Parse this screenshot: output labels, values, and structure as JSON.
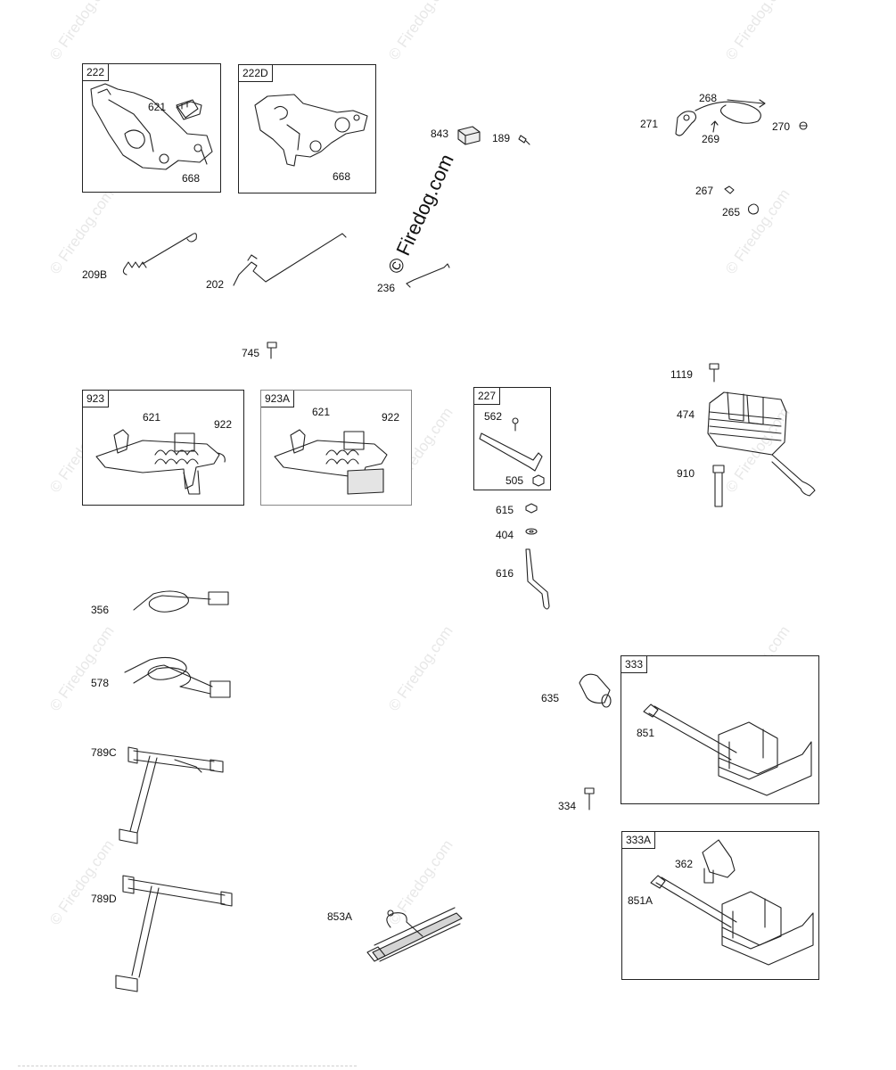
{
  "watermark": {
    "text": "© Firedog.com",
    "big_text": "© Firedog.com"
  },
  "boxes": {
    "b222": "222",
    "b222D": "222D",
    "b923": "923",
    "b923A": "923A",
    "b227": "227",
    "b333": "333",
    "b333A": "333A"
  },
  "parts": {
    "p621a": "621",
    "p668a": "668",
    "p668b": "668",
    "p843": "843",
    "p189": "189",
    "p268": "268",
    "p271": "271",
    "p269": "269",
    "p270": "270",
    "p267": "267",
    "p265": "265",
    "p209B": "209B",
    "p202": "202",
    "p236": "236",
    "p745": "745",
    "p621b": "621",
    "p922a": "922",
    "p621c": "621",
    "p922b": "922",
    "p562": "562",
    "p505": "505",
    "p615": "615",
    "p404": "404",
    "p616": "616",
    "p1119": "1119",
    "p474": "474",
    "p910": "910",
    "p356": "356",
    "p578": "578",
    "p789C": "789C",
    "p789D": "789D",
    "p853A": "853A",
    "p635": "635",
    "p851": "851",
    "p334": "334",
    "p362": "362",
    "p851A": "851A"
  },
  "colors": {
    "line": "#222222",
    "watermark": "#e8e8e8"
  }
}
